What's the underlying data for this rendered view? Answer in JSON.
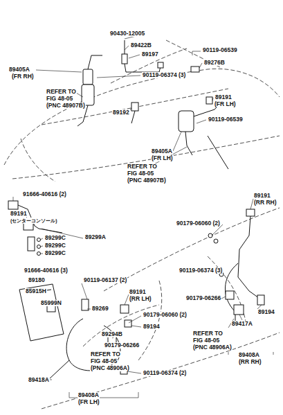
{
  "diagram": {
    "labels": [
      "90430-12005",
      "89422B",
      "89197",
      "90119-06539",
      "89276B",
      "89405A",
      "(FR RH)",
      "90119-06374 (3)",
      "REFER TO",
      "FIG 48-05",
      "(PNC 48907B)",
      "89191",
      "(FR LH)",
      "90119-06539",
      "89192",
      "89405A",
      "(FR LH)",
      "REFER TO",
      "FIG 48-05",
      "(PNC 48907B)",
      "91666-40616 (2)",
      "89191",
      "(センターコンソール)",
      "89299C",
      "89299C",
      "89299C",
      "89299A",
      "91666-40616 (3)",
      "89180",
      "85915H",
      "85999N",
      "90119-06137 (2)",
      "89269",
      "89191",
      "(RR LH)",
      "90179-06060 (2)",
      "89194",
      "89294B",
      "90179-06266",
      "REFER TO",
      "FIG 48-05",
      "(PNC 48906A)",
      "90119-06374 (2)",
      "89418A",
      "89408A",
      "(FR LH)",
      "89191",
      "(RR RH)",
      "90179-06060 (2)",
      "90119-06374 (3)",
      "90179-06266",
      "89194",
      "89417A",
      "REFER TO",
      "FIG 48-05",
      "(PNC 48906A)",
      "89408A",
      "(RR RH)"
    ]
  }
}
